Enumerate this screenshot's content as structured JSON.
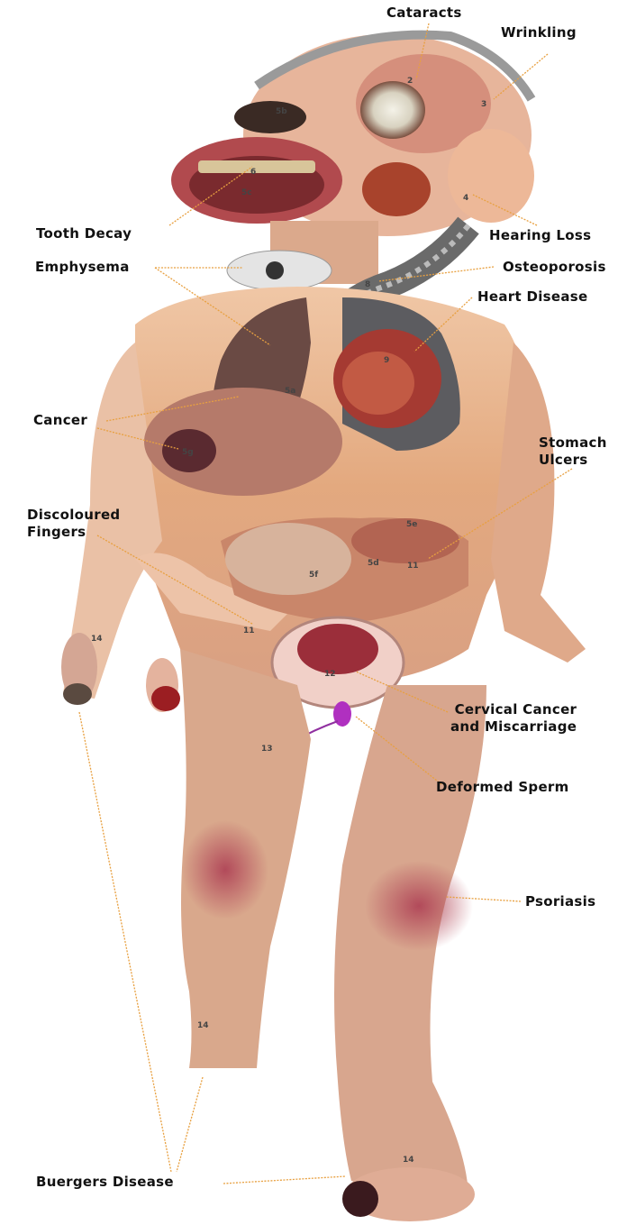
{
  "labels": {
    "cataracts": "Cataracts",
    "wrinkling": "Wrinkling",
    "tooth_decay": "Tooth Decay",
    "hearing_loss": "Hearing Loss",
    "emphysema": "Emphysema",
    "osteoporosis": "Osteoporosis",
    "heart_disease": "Heart Disease",
    "cancer": "Cancer",
    "stomach_ulcers": "Stomach\nUlcers",
    "discoloured_fingers": "Discoloured\nFingers",
    "cervical_cancer": "Cervical Cancer\nand Miscarriage",
    "deformed_sperm": "Deformed Sperm",
    "psoriasis": "Psoriasis",
    "buergers_disease": "Buergers Disease"
  },
  "markers": {
    "m2": "2",
    "m3": "3",
    "m4": "4",
    "m5b": "5b",
    "m6": "6",
    "m5c": "5c",
    "m8": "8",
    "m9": "9",
    "m5a": "5a",
    "m5g": "5g",
    "m5e": "5e",
    "m5d": "5d",
    "m5f": "5f",
    "m11a": "11",
    "m11b": "11",
    "m12": "12",
    "m13": "13",
    "m14_hand": "14",
    "m14_leg": "14",
    "m14_foot": "14"
  },
  "colors": {
    "leader_line": "#e8a040",
    "skin": "#e9b48e",
    "skin_dark": "#c98a68",
    "lesion": "#9c3a4a"
  }
}
